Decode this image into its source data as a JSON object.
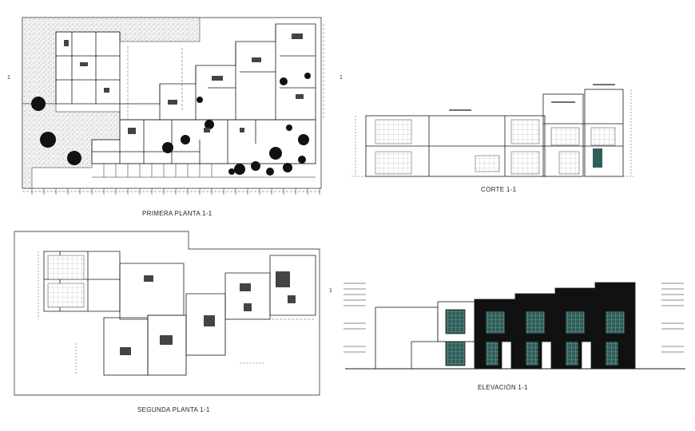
{
  "captions": {
    "primera": "PRIMERA PLANTA 1-1",
    "corte": "CORTE 1-1",
    "segunda": "SEGUNDA PLANTA 1-1",
    "elevacion": "ELEVACIÓN 1-1"
  },
  "markers": {
    "axis_label": "1"
  },
  "colors": {
    "line": "#1a1a1a",
    "facade_dark": "#111111",
    "window_glass": "#2f5f5a",
    "hatch": "#555555"
  }
}
